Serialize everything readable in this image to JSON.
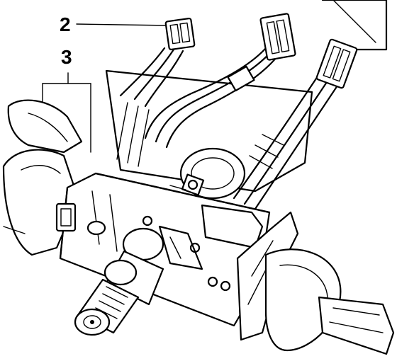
{
  "callouts": [
    {
      "id": "callout-2",
      "label": "2"
    },
    {
      "id": "callout-3",
      "label": "3"
    }
  ]
}
